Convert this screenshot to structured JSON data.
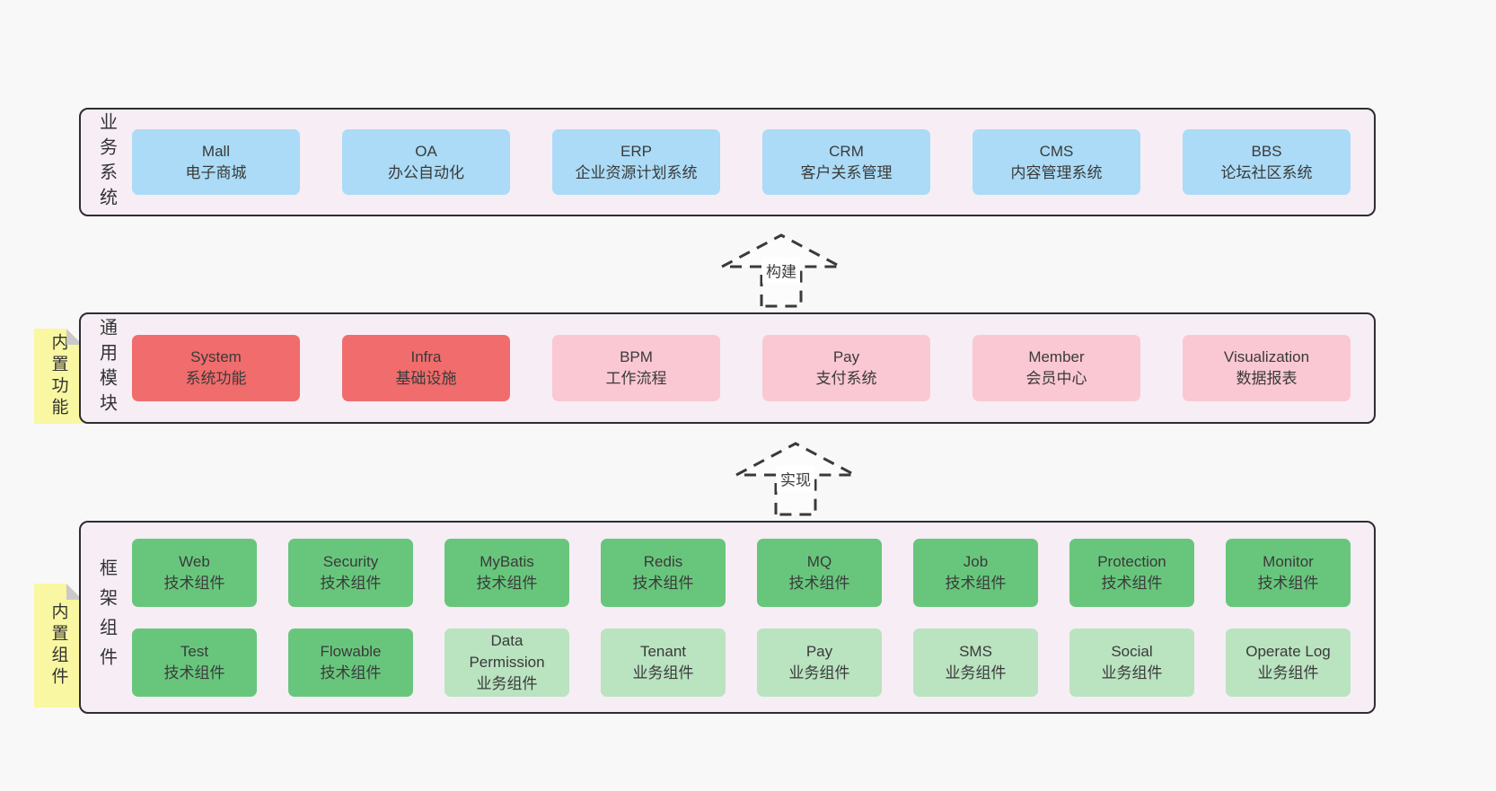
{
  "colors": {
    "page_bg": "#f8f8f8",
    "panel_bg": "#f7edf5",
    "panel_border": "#2e2e2e",
    "blue": "#abdbf6",
    "red": "#f16c6c",
    "pink": "#fac8d3",
    "green_dark": "#68c67c",
    "green_light": "#bae3c0",
    "note_yellow": "#f9f7a1",
    "note_fold": "#c9c9c9",
    "text": "#333333"
  },
  "arrows": [
    {
      "label": "构建"
    },
    {
      "label": "实现"
    }
  ],
  "layers": [
    {
      "label": "业务系统",
      "items": [
        {
          "en": "Mall",
          "zh": "电子商城"
        },
        {
          "en": "OA",
          "zh": "办公自动化"
        },
        {
          "en": "ERP",
          "zh": "企业资源计划系统"
        },
        {
          "en": "CRM",
          "zh": "客户关系管理"
        },
        {
          "en": "CMS",
          "zh": "内容管理系统"
        },
        {
          "en": "BBS",
          "zh": "论坛社区系统"
        }
      ]
    },
    {
      "label": "通用模块",
      "note": "内置功能",
      "items": [
        {
          "en": "System",
          "zh": "系统功能"
        },
        {
          "en": "Infra",
          "zh": "基础设施"
        },
        {
          "en": "BPM",
          "zh": "工作流程"
        },
        {
          "en": "Pay",
          "zh": "支付系统"
        },
        {
          "en": "Member",
          "zh": "会员中心"
        },
        {
          "en": "Visualization",
          "zh": "数据报表"
        }
      ]
    },
    {
      "label": "框架组件",
      "note": "内置组件",
      "rows": [
        [
          {
            "en": "Web",
            "zh": "技术组件"
          },
          {
            "en": "Security",
            "zh": "技术组件"
          },
          {
            "en": "MyBatis",
            "zh": "技术组件"
          },
          {
            "en": "Redis",
            "zh": "技术组件"
          },
          {
            "en": "MQ",
            "zh": "技术组件"
          },
          {
            "en": "Job",
            "zh": "技术组件"
          },
          {
            "en": "Protection",
            "zh": "技术组件"
          },
          {
            "en": "Monitor",
            "zh": "技术组件"
          }
        ],
        [
          {
            "en": "Test",
            "zh": "技术组件"
          },
          {
            "en": "Flowable",
            "zh": "技术组件"
          },
          {
            "en": "Data Permission",
            "zh": "业务组件"
          },
          {
            "en": "Tenant",
            "zh": "业务组件"
          },
          {
            "en": "Pay",
            "zh": "业务组件"
          },
          {
            "en": "SMS",
            "zh": "业务组件"
          },
          {
            "en": "Social",
            "zh": "业务组件"
          },
          {
            "en": "Operate Log",
            "zh": "业务组件"
          }
        ]
      ]
    }
  ]
}
